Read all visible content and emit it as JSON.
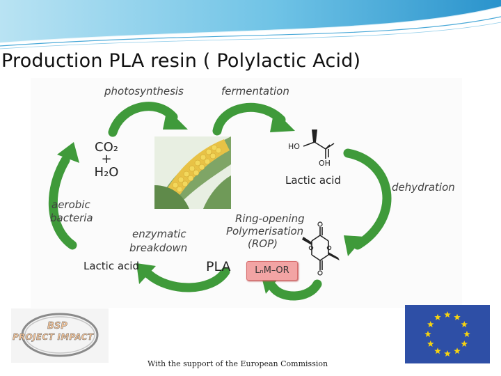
{
  "slide": {
    "title": "Production PLA resin ( Polylactic Acid)",
    "footer": "With the support of the European Commission"
  },
  "diagram": {
    "steps": {
      "photosynthesis": "photosynthesis",
      "fermentation": "fermentation",
      "dehydration": "dehydration",
      "rop_line1": "Ring-opening",
      "rop_line2": "Polymerisation",
      "rop_line3": "(ROP)",
      "enzymatic_line1": "enzymatic",
      "enzymatic_line2": "breakdown",
      "aerobic_line1": "aerobic",
      "aerobic_line2": "bacteria"
    },
    "compounds": {
      "co2": "CO₂",
      "plus": "+",
      "h2o": "H₂O",
      "lactic_acid_top": "Lactic acid",
      "lactic_acid_bottom": "Lactic acid",
      "pla": "PLA",
      "catalyst": "LₙM–OR",
      "ho": "HO",
      "oh": "OH"
    },
    "arrow_color": "#3f9a3a"
  },
  "logos": {
    "bsp_line1": "BSP",
    "bsp_line2": "PROJECT IMPACT"
  }
}
